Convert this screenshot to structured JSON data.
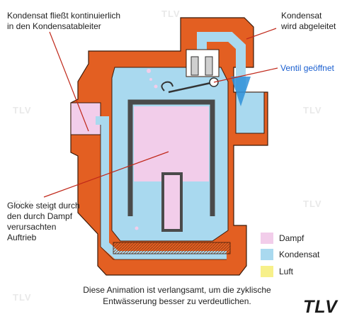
{
  "colors": {
    "body_orange": "#e35f22",
    "condensate": "#a9d9ef",
    "steam": "#f2cdea",
    "air": "#f7f08a",
    "label_blue": "#1a5fd0"
  },
  "labels": {
    "inflow": "Kondensat fließt kontinuierlich\nin den Kondensatableiter",
    "outflow": "Kondensat\nwird abgeleitet",
    "valve": "Ventil geöffnet",
    "bucket": "Glocke steigt durch\nden durch Dampf\nverursachten\nAuftrieb"
  },
  "legend": [
    {
      "label": "Dampf",
      "color": "#f2cdea"
    },
    {
      "label": "Kondensat",
      "color": "#a9d9ef"
    },
    {
      "label": "Luft",
      "color": "#f7f08a"
    }
  ],
  "caption": "Diese Animation ist verlangsamt, um die zyklische\nEntwässerung  besser zu verdeutlichen.",
  "logo": "TLV",
  "watermark": "TLV"
}
